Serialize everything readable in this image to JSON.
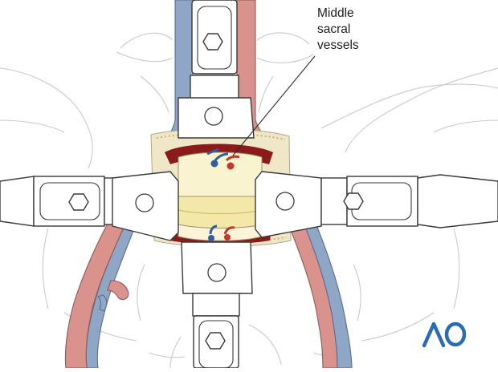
{
  "figure": {
    "label_lines": [
      "Middle",
      "sacral",
      "vessels"
    ],
    "logo_text": "AO"
  },
  "colors": {
    "artery": "#d9928c",
    "vein": "#8fa6c6",
    "disc": "#f4e8a8",
    "vessel_red": "#c0392b",
    "vessel_blue": "#2e5f9e",
    "logo": "#2b6bb5",
    "retractor_outline": "#3a3a3a",
    "bone_outline": "#c9c9c9"
  }
}
